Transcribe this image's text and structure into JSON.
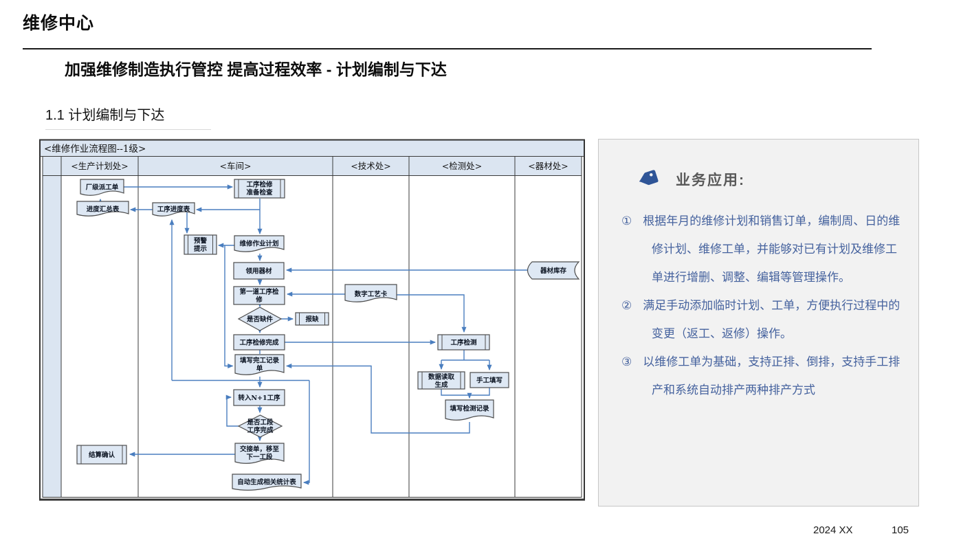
{
  "page": {
    "app_title": "维修中心",
    "slide_title": "加强维修制造执行管控 提高过程效率 - 计划编制与下达",
    "section_title": "1.1 计划编制与下达",
    "footer": {
      "date": "2024 XX",
      "page_number": "105"
    }
  },
  "colors": {
    "node_fill": "#dee8f4",
    "lane_header_fill": "#dbe5f1",
    "arrow": "#4a7ebf",
    "panel_bg": "#f2f2f2",
    "panel_text": "#45629e",
    "panel_heading": "#595959",
    "tag_icon": "#2f5597"
  },
  "flowchart": {
    "title": "<维修作业流程图--1级>",
    "lanes": [
      "<生产计划处>",
      "<车间>",
      "<技术处>",
      "<检测处>",
      "<器材处>"
    ],
    "nodes": {
      "factory_order": {
        "type": "document",
        "lines": [
          "厂级派工单"
        ]
      },
      "prep_check": {
        "type": "predefined",
        "lines": [
          "工序检修",
          "准备检查"
        ]
      },
      "progress_summary": {
        "type": "document",
        "lines": [
          "进度汇总表"
        ]
      },
      "process_progress": {
        "type": "document",
        "lines": [
          "工序进度表"
        ]
      },
      "warning": {
        "type": "predefined",
        "lines": [
          "预警",
          "提示"
        ]
      },
      "repair_plan": {
        "type": "document",
        "lines": [
          "维修作业计划"
        ]
      },
      "material_request": {
        "type": "process",
        "lines": [
          "领用器材"
        ]
      },
      "first_process": {
        "type": "process",
        "lines": [
          "第一道工序检",
          "修"
        ]
      },
      "missing_parts": {
        "type": "decision",
        "lines": [
          "是否缺件"
        ]
      },
      "report_missing": {
        "type": "predefined",
        "lines": [
          "报缺"
        ]
      },
      "process_done": {
        "type": "process",
        "lines": [
          "工序检修完成"
        ]
      },
      "completion_record": {
        "type": "document",
        "lines": [
          "填写完工记录",
          "单"
        ]
      },
      "next_process": {
        "type": "process",
        "lines": [
          "转入N+1工序"
        ]
      },
      "section_done": {
        "type": "decision",
        "lines": [
          "是否工段",
          "工序完成"
        ]
      },
      "handover": {
        "type": "document",
        "lines": [
          "交接单，移至",
          "下一工段"
        ]
      },
      "auto_stats": {
        "type": "document",
        "lines": [
          "自动生成相关统计表"
        ]
      },
      "settlement": {
        "type": "predefined",
        "lines": [
          "结算确认"
        ]
      },
      "digital_card": {
        "type": "document",
        "lines": [
          "数字工艺卡"
        ]
      },
      "process_inspect": {
        "type": "predefined",
        "lines": [
          "工序检测"
        ]
      },
      "data_read": {
        "type": "predefined",
        "lines": [
          "数据读取",
          "生成"
        ]
      },
      "manual_fill": {
        "type": "process",
        "lines": [
          "手工填写"
        ]
      },
      "inspect_record": {
        "type": "document",
        "lines": [
          "填写检测记录"
        ]
      },
      "material_stock": {
        "type": "stored-data",
        "lines": [
          "器材库存"
        ]
      }
    },
    "edges": [
      "factory_order->prep_check",
      "prep_check->repair_plan",
      "prep_check->process_progress",
      "process_progress->progress_summary",
      "progress_summary->factory_order",
      "process_progress->warning",
      "repair_plan->warning",
      "repair_plan->completion_record",
      "repair_plan->material_request",
      "material_stock->material_request",
      "material_request->first_process",
      "digital_card->first_process",
      "digital_card->process_inspect",
      "first_process->missing_parts",
      "missing_parts->report_missing",
      "missing_parts->process_done",
      "process_done->completion_record",
      "process_done->process_inspect",
      "process_inspect->data_read",
      "process_inspect->manual_fill",
      "data_read->inspect_record",
      "manual_fill->inspect_record",
      "inspect_record->completion_record",
      "completion_record->next_process",
      "completion_record->process_progress",
      "completion_record->auto_stats",
      "next_process->section_done",
      "section_done->next_process",
      "section_done->handover",
      "handover->settlement"
    ]
  },
  "panel": {
    "heading": "业务应用:",
    "icon": "tag-icon",
    "items": [
      {
        "num": "①",
        "text": "根据年月的维修计划和销售订单，编制周、日的维修计划、维修工单，并能够对已有计划及维修工单进行增删、调整、编辑等管理操作。"
      },
      {
        "num": "②",
        "text": "满足手动添加临时计划、工单，方便执行过程中的变更（返工、返修）操作。"
      },
      {
        "num": "③",
        "text": "以维修工单为基础，支持正排、倒排，支持手工排产和系统自动排产两种排产方式"
      }
    ]
  }
}
